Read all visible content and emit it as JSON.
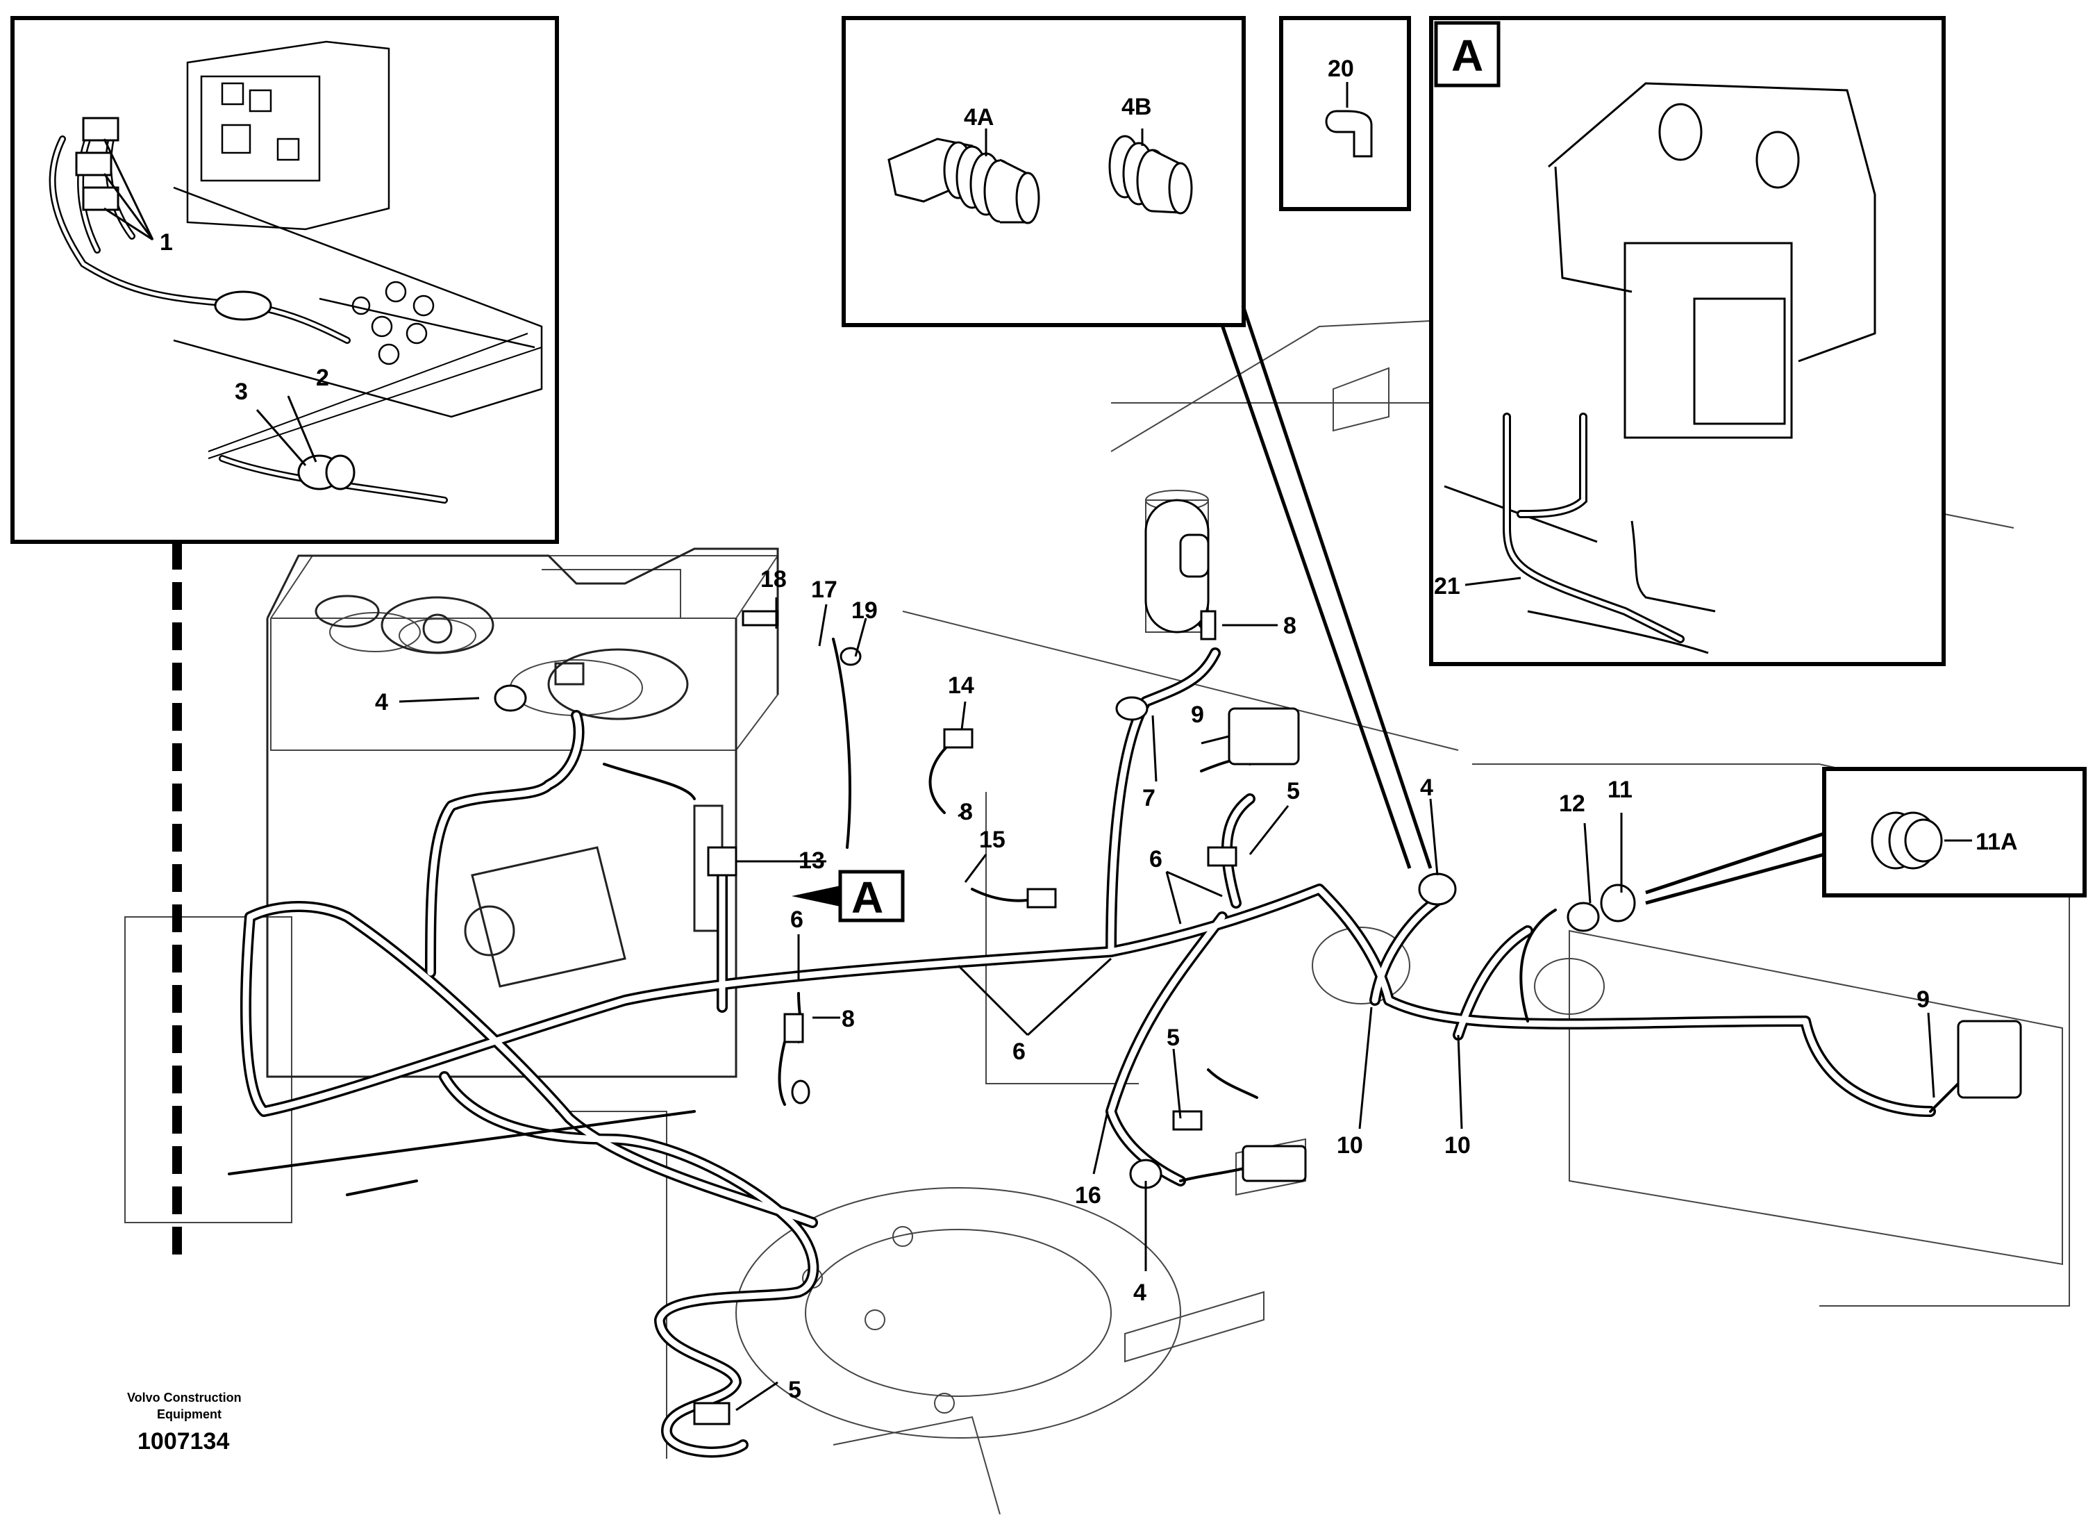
{
  "document": {
    "publisher_line1": "Volvo Construction",
    "publisher_line2": "Equipment",
    "drawing_number": "1007134"
  },
  "detail_letters": {
    "inset_a": "A",
    "main_a": "A"
  },
  "callouts": {
    "c1": "1",
    "c2": "2",
    "c3": "3",
    "c4a": "4A",
    "c4b": "4B",
    "c20": "20",
    "c21": "21",
    "c11a": "11A",
    "c18": "18",
    "c17": "17",
    "c19": "19",
    "c14": "14",
    "c8a": "8",
    "c15": "15",
    "c13": "13",
    "c6a": "6",
    "c8b": "8",
    "c6b": "6",
    "c4_tank": "4",
    "c8c": "8",
    "c9a": "9",
    "c7": "7",
    "c5a": "5",
    "c6c": "6",
    "c4_right": "4",
    "c12": "12",
    "c11": "11",
    "c9b": "9",
    "c5b": "5",
    "c16": "16",
    "c4_bottom": "4",
    "c10a": "10",
    "c10b": "10",
    "c5c": "5"
  },
  "colors": {
    "line": "#000000",
    "light_line": "#555555",
    "background": "#ffffff"
  }
}
